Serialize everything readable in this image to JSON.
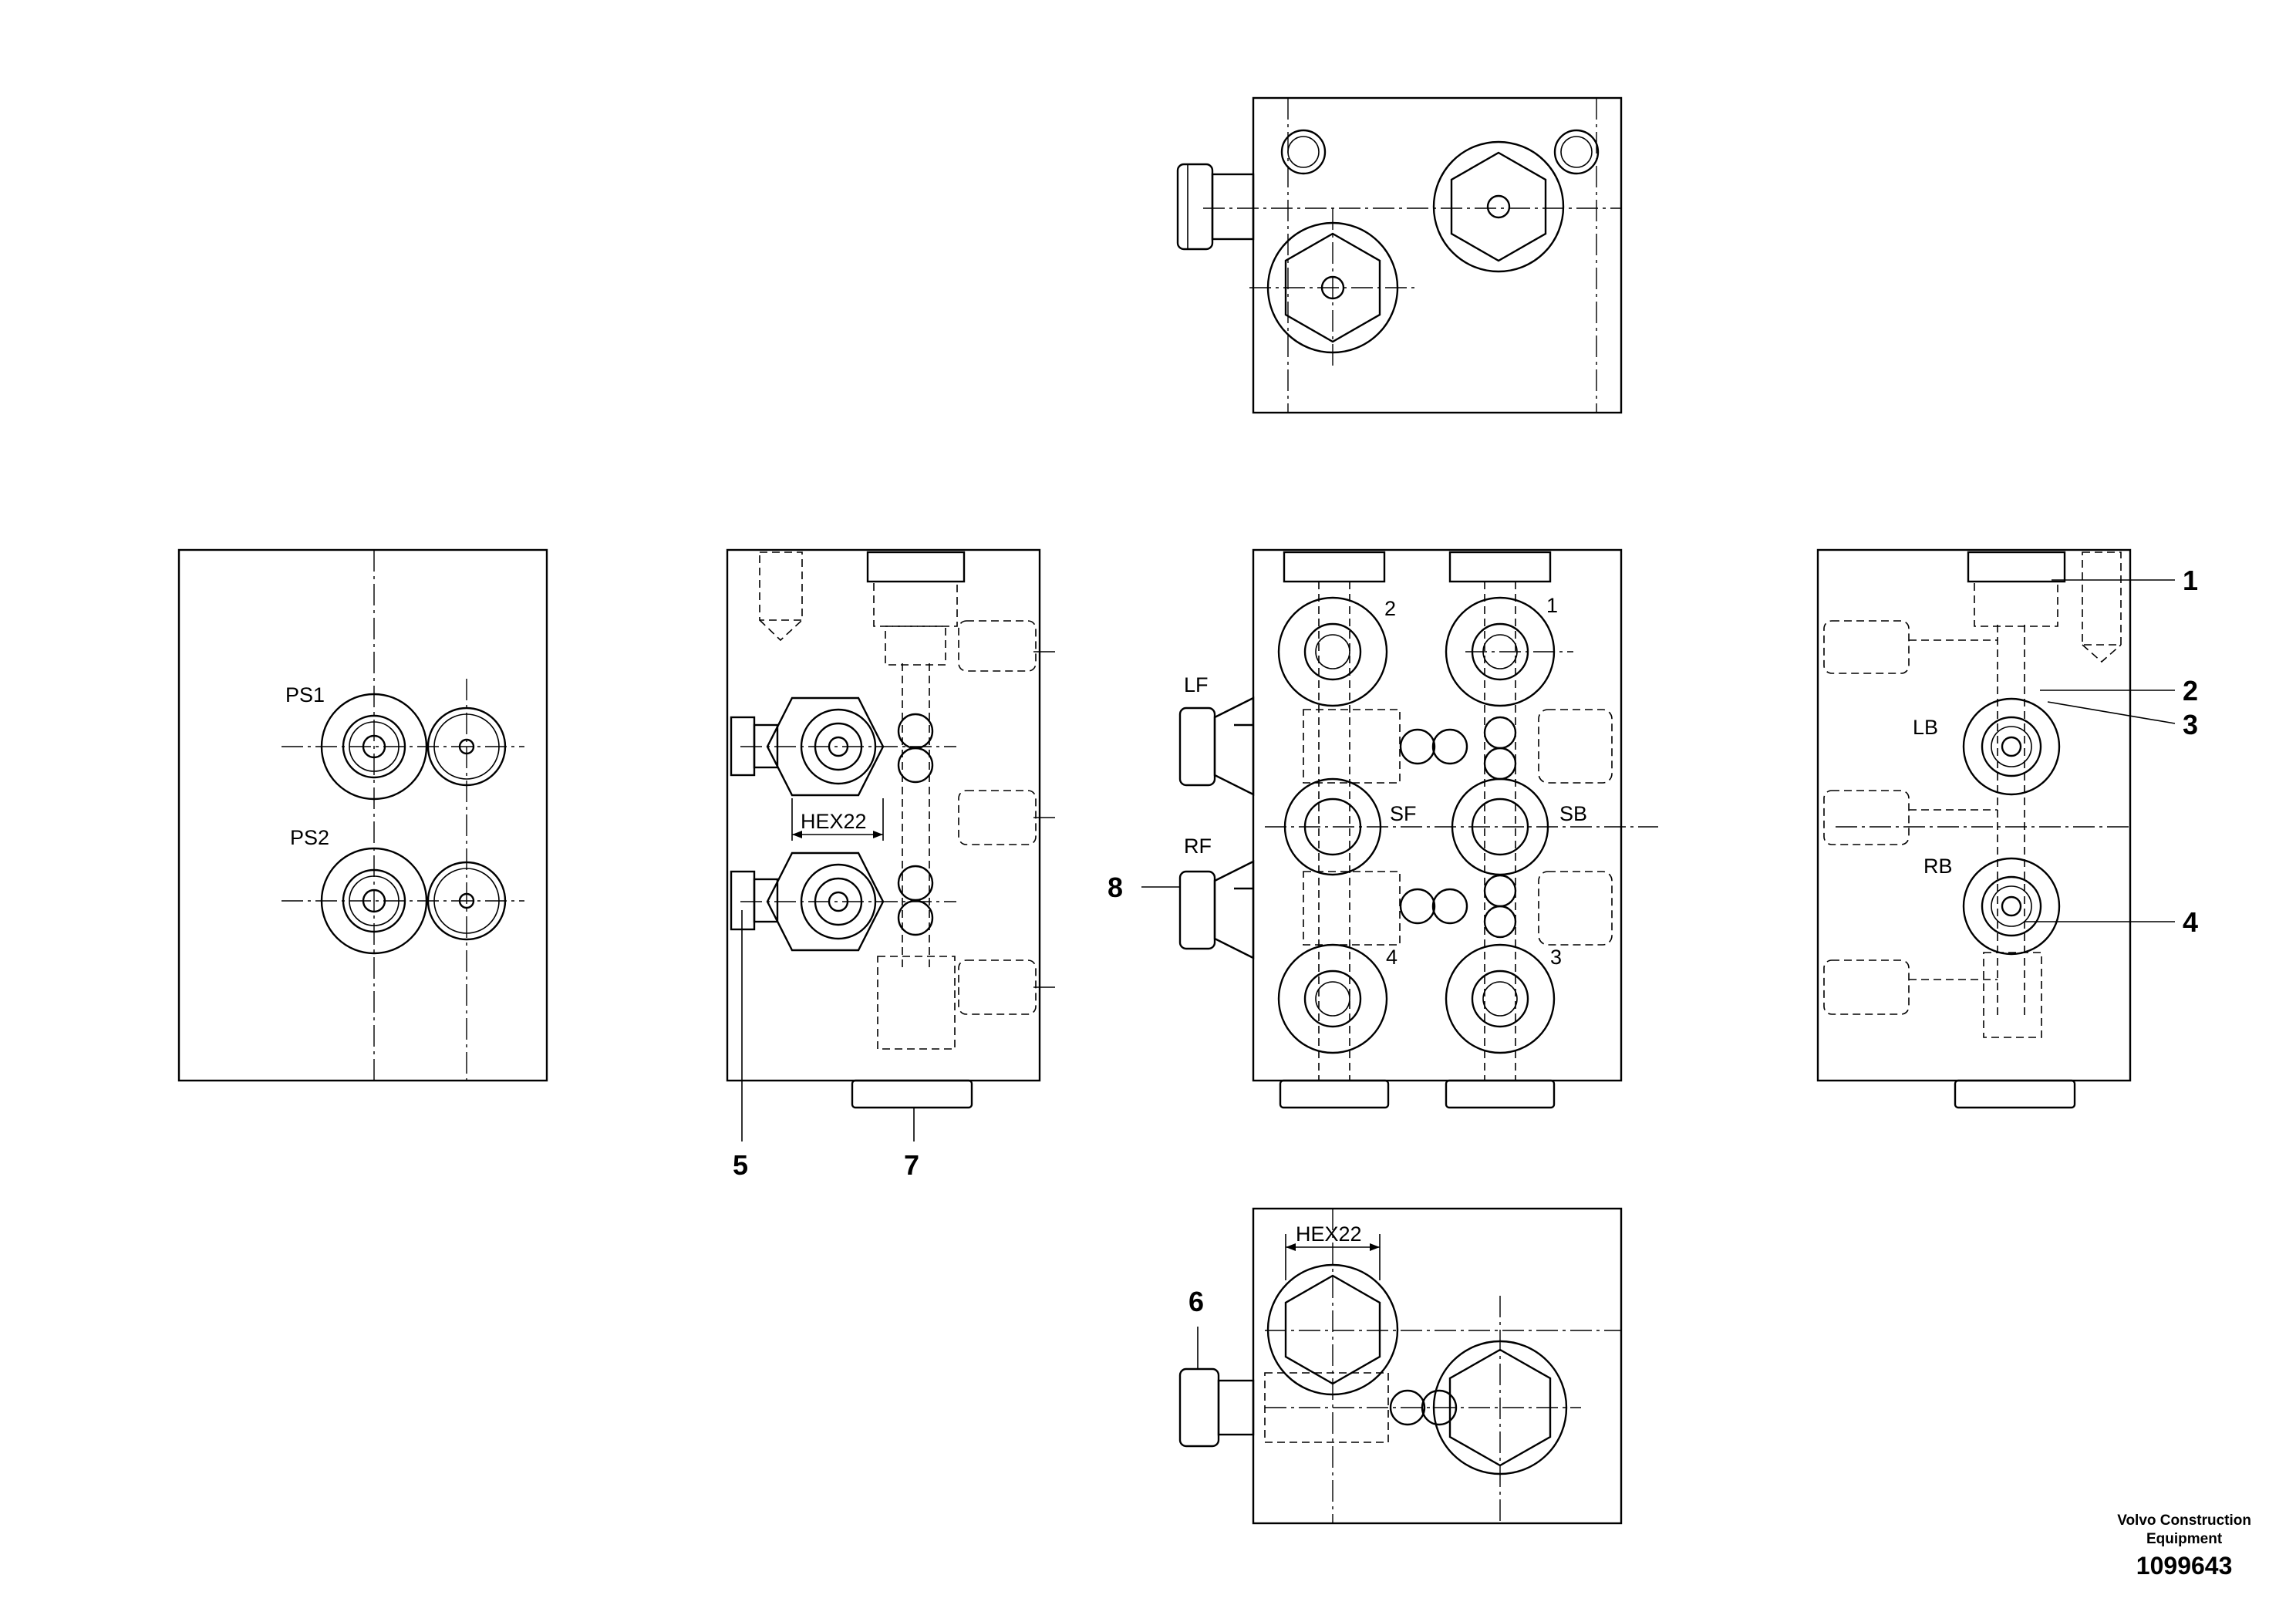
{
  "port_labels": {
    "ps1": "PS1",
    "ps2": "PS2",
    "lf": "LF",
    "rf": "RF",
    "sf": "SF",
    "sb": "SB",
    "lb": "LB",
    "rb": "RB"
  },
  "hex_labels": {
    "left_view": "HEX22",
    "bottom_view": "HEX22"
  },
  "valve_numbers": [
    "1",
    "2",
    "3",
    "4"
  ],
  "callouts": [
    "1",
    "2",
    "3",
    "4",
    "5",
    "6",
    "7",
    "8"
  ],
  "caption": {
    "line1": "Volvo Construction",
    "line2": "Equipment",
    "number": "1099643"
  }
}
